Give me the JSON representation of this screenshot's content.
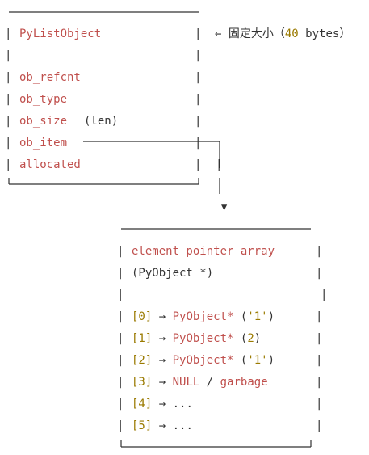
{
  "colors": {
    "keyword": "#c0504d",
    "number": "#9a7a00",
    "text": "#333333",
    "line": "#333333"
  },
  "struct_box": {
    "title": "PyListObject",
    "fields": [
      "ob_refcnt",
      "ob_type",
      "ob_size",
      "ob_item",
      "allocated"
    ],
    "ob_size_note": "(len)"
  },
  "annotation": {
    "arrow": "←",
    "text": "固定大小（",
    "value": "40",
    "unit": " bytes",
    "close": "）"
  },
  "pointer_arrow": "▼",
  "array_box": {
    "title": "element pointer array",
    "subtitle": "(PyObject *)",
    "rows": [
      {
        "index": "[0]",
        "arrow": "→",
        "target": "PyObject*",
        "arg_open": " (",
        "arg": "'1'",
        "arg_close": ")"
      },
      {
        "index": "[1]",
        "arrow": "→",
        "target": "PyObject*",
        "arg_open": " (",
        "arg": "2",
        "arg_close": ")"
      },
      {
        "index": "[2]",
        "arrow": "→",
        "target": "PyObject*",
        "arg_open": " (",
        "arg": "'1'",
        "arg_close": ")"
      },
      {
        "index": "[3]",
        "arrow": "→",
        "target": "NULL",
        "sep": " / ",
        "extra": "garbage"
      },
      {
        "index": "[4]",
        "arrow": "→",
        "target": "..."
      },
      {
        "index": "[5]",
        "arrow": "→",
        "target": "..."
      }
    ]
  }
}
